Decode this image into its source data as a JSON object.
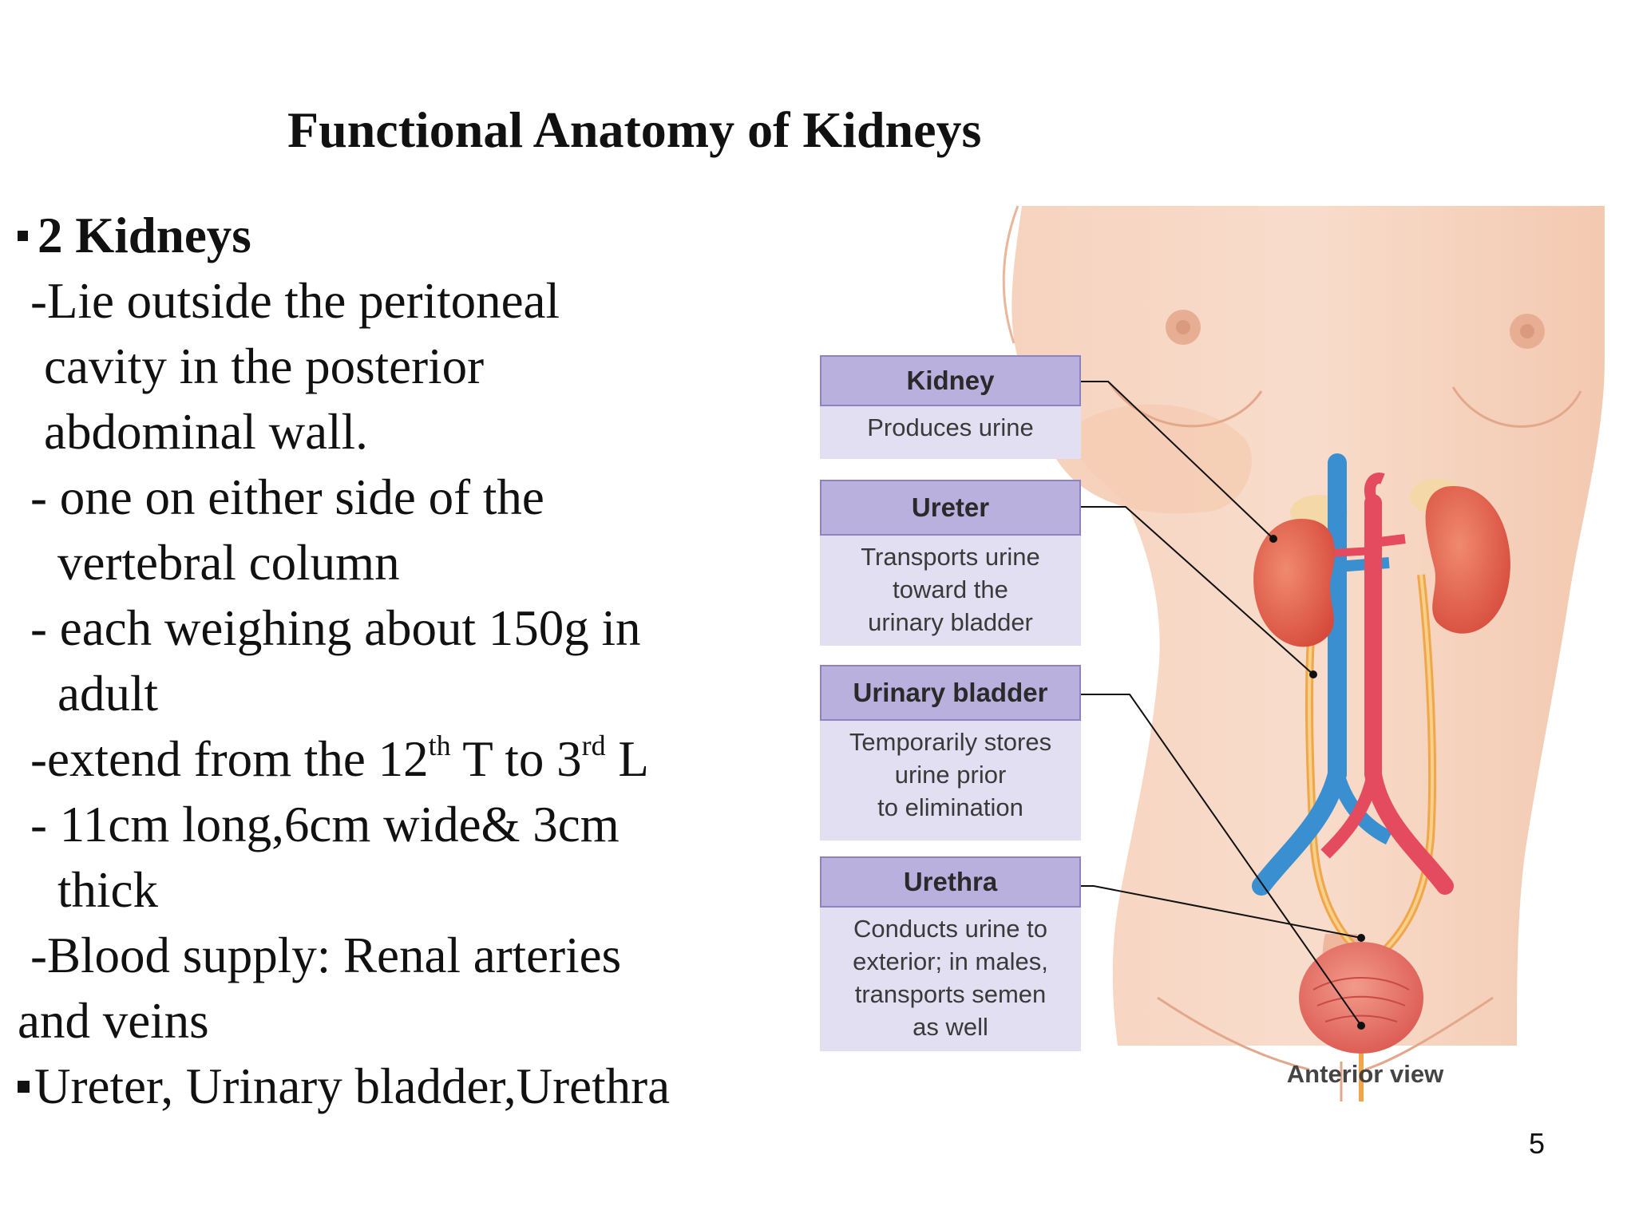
{
  "slide": {
    "title": "Functional Anatomy of Kidneys",
    "page_number": "5"
  },
  "content": {
    "heading": "2 Kidneys",
    "lines": [
      "-Lie outside the peritoneal",
      "cavity in the posterior",
      "abdominal wall.",
      "- one on either side of the",
      "vertebral column",
      "- each weighing about 150g in",
      "adult"
    ],
    "extend": {
      "prefix": "-extend from the 12",
      "sup1": "th",
      "middle": " T to 3",
      "sup2": "rd",
      "suffix": " L"
    },
    "lines2": [
      "- 11cm long,6cm wide& 3cm",
      "thick",
      "-Blood supply: Renal arteries",
      "and veins"
    ],
    "last_bullet": "Ureter, Urinary bladder,Urethra"
  },
  "figure": {
    "labels": [
      {
        "title": "Kidney",
        "description": "Produces urine"
      },
      {
        "title": "Ureter",
        "description": "Transports urine\ntoward the\nurinary bladder"
      },
      {
        "title": "Urinary bladder",
        "description": "Temporarily stores\nurine prior\nto elimination"
      },
      {
        "title": "Urethra",
        "description": "Conducts urine to\nexterior; in males,\ntransports semen\nas well"
      }
    ],
    "caption": "Anterior view",
    "colors": {
      "label_header": "#b9b0dd",
      "label_body": "#e3dff2",
      "skin": "#f2c3a8",
      "kidney": "#e0584a",
      "vein": "#3a8fd1",
      "artery": "#e44b5e",
      "bladder": "#e67468"
    }
  }
}
